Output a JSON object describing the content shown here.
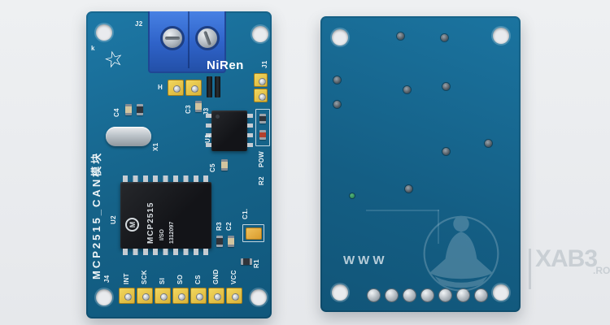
{
  "icons": {
    "star": "☆"
  },
  "watermark": {
    "brand": "XAB3",
    "tld": ".RO",
    "www": "WWW"
  },
  "front": {
    "silk": {
      "k": "k",
      "j2": "J2",
      "h": "H",
      "j1": "J1",
      "brand": "NiRen",
      "c4": "C4",
      "c3": "C3",
      "j3": "J3",
      "u1": "U1",
      "c5": "C5",
      "pow": "POW",
      "r2": "R2",
      "x1": "X1",
      "u2": "U2",
      "r3": "R3",
      "c2": "C2",
      "c1": "C1.",
      "r1": "R1",
      "j4": "J4",
      "side_label": "MCP2515_CAN模块"
    },
    "chip": {
      "logo": "M",
      "line1": "MCP2515",
      "line2": "I/SO",
      "line3": "1312097"
    },
    "pin_labels": [
      "INT",
      "SCK",
      "SI",
      "SO",
      "CS",
      "GND",
      "VCC"
    ]
  },
  "colors": {
    "pcb": "#156288",
    "pcb-light": "#1d78a6",
    "terminal": "#2f63c9",
    "header-yellow": "#d9b338",
    "watermark": "#c9cfd4"
  }
}
